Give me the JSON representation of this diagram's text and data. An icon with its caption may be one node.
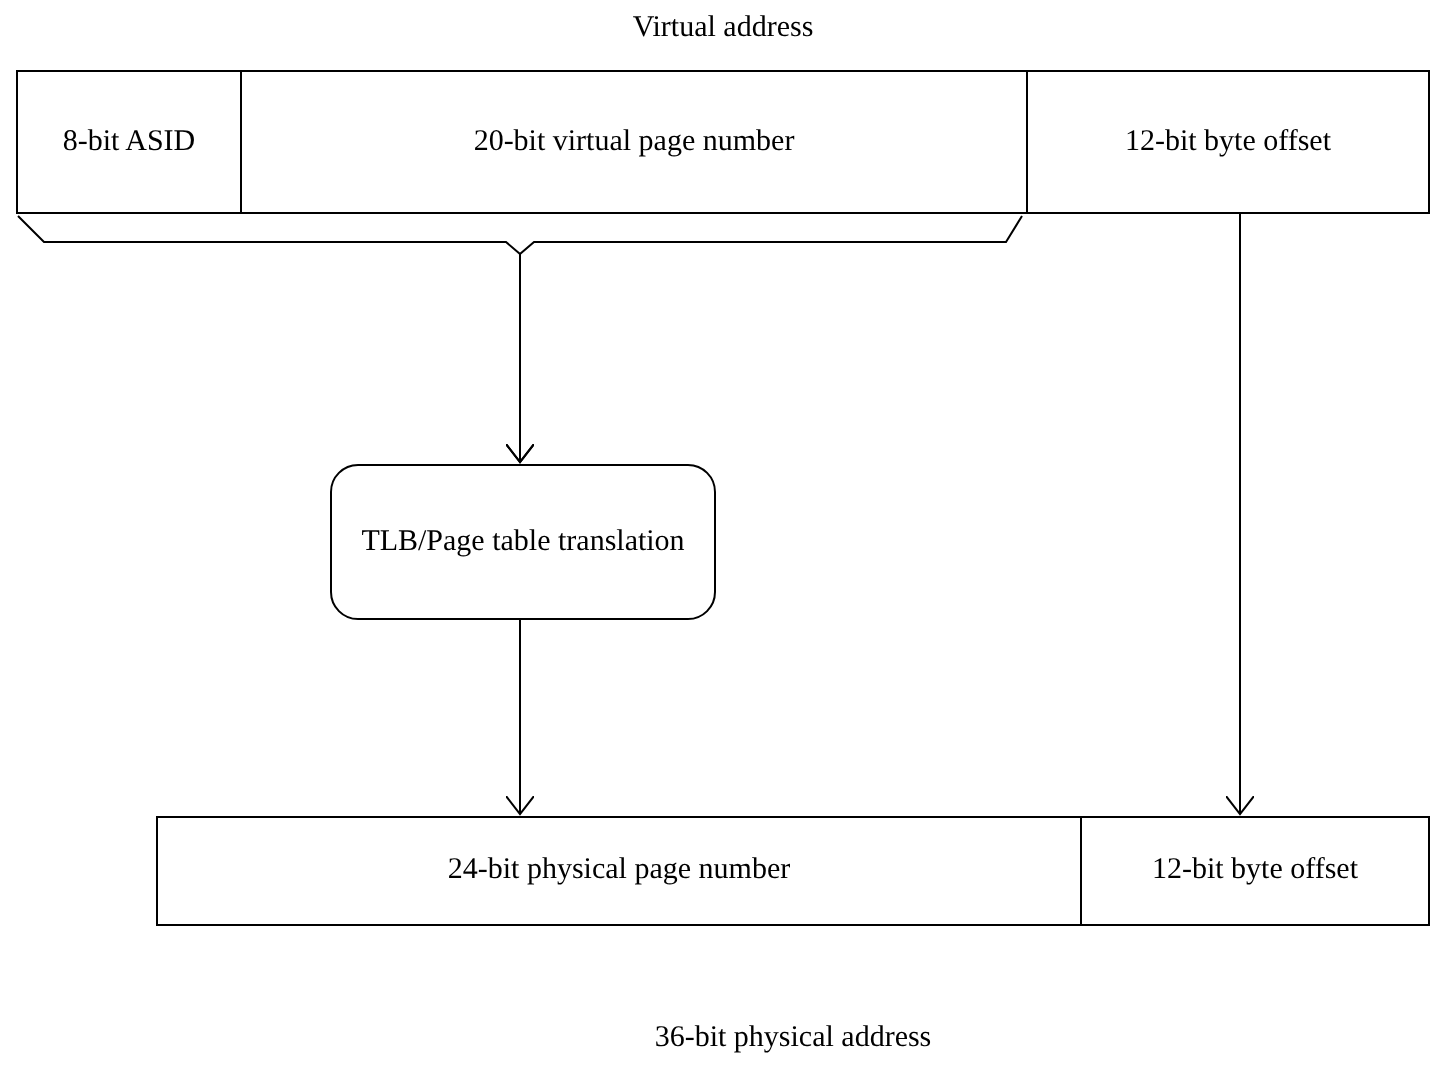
{
  "diagram": {
    "nodes": [
      {
        "text": [
          "Virtual address"
        ]
      },
      {
        "text": [
          "8-bit ASID"
        ],
        "in": 0
      },
      {
        "text": [
          "20-bit virtual page number"
        ],
        "in": 0
      },
      {
        "text": [
          "12-bit byte offset"
        ],
        "in": 0
      },
      {
        "text": [
          "TLB/Page table translation"
        ]
      },
      {
        "text": [
          "36-bit physical address"
        ]
      },
      {
        "text": [
          "24-bit physical page number"
        ],
        "in": 5
      },
      {
        "text": [
          "12-bit byte offset"
        ],
        "in": 5
      }
    ],
    "edges": [
      {
        "from": 1,
        "to": 4,
        "arrow": "to"
      },
      {
        "from": 2,
        "to": 4,
        "arrow": "to"
      },
      {
        "from": 3,
        "to": 7,
        "arrow": "to"
      },
      {
        "from": 4,
        "to": 6,
        "arrow": "to"
      }
    ]
  }
}
